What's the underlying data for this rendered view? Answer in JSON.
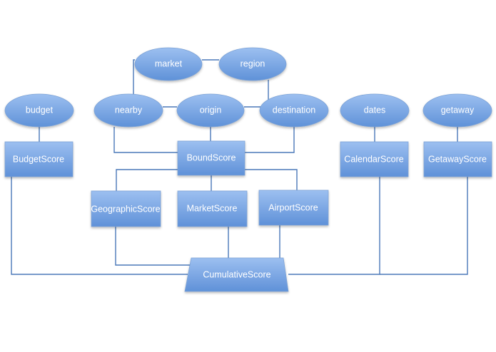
{
  "nodes": {
    "market": "market",
    "region": "region",
    "budget": "budget",
    "nearby": "nearby",
    "origin": "origin",
    "destination": "destination",
    "dates": "dates",
    "getaway": "getaway",
    "budget_score": "BudgetScore",
    "bound_score": "BoundScore",
    "calendar_score": "CalendarScore",
    "getaway_score": "GetawayScore",
    "geographic_score": "GeographicScore",
    "market_score": "MarketScore",
    "airport_score": "AirportScore",
    "cumulative_score": "CumulativeScore"
  },
  "colors": {
    "node_light": "#8fb5ec",
    "node_dark": "#5b8fd6",
    "edge": "#4a78b8",
    "label": "#ffffff"
  }
}
